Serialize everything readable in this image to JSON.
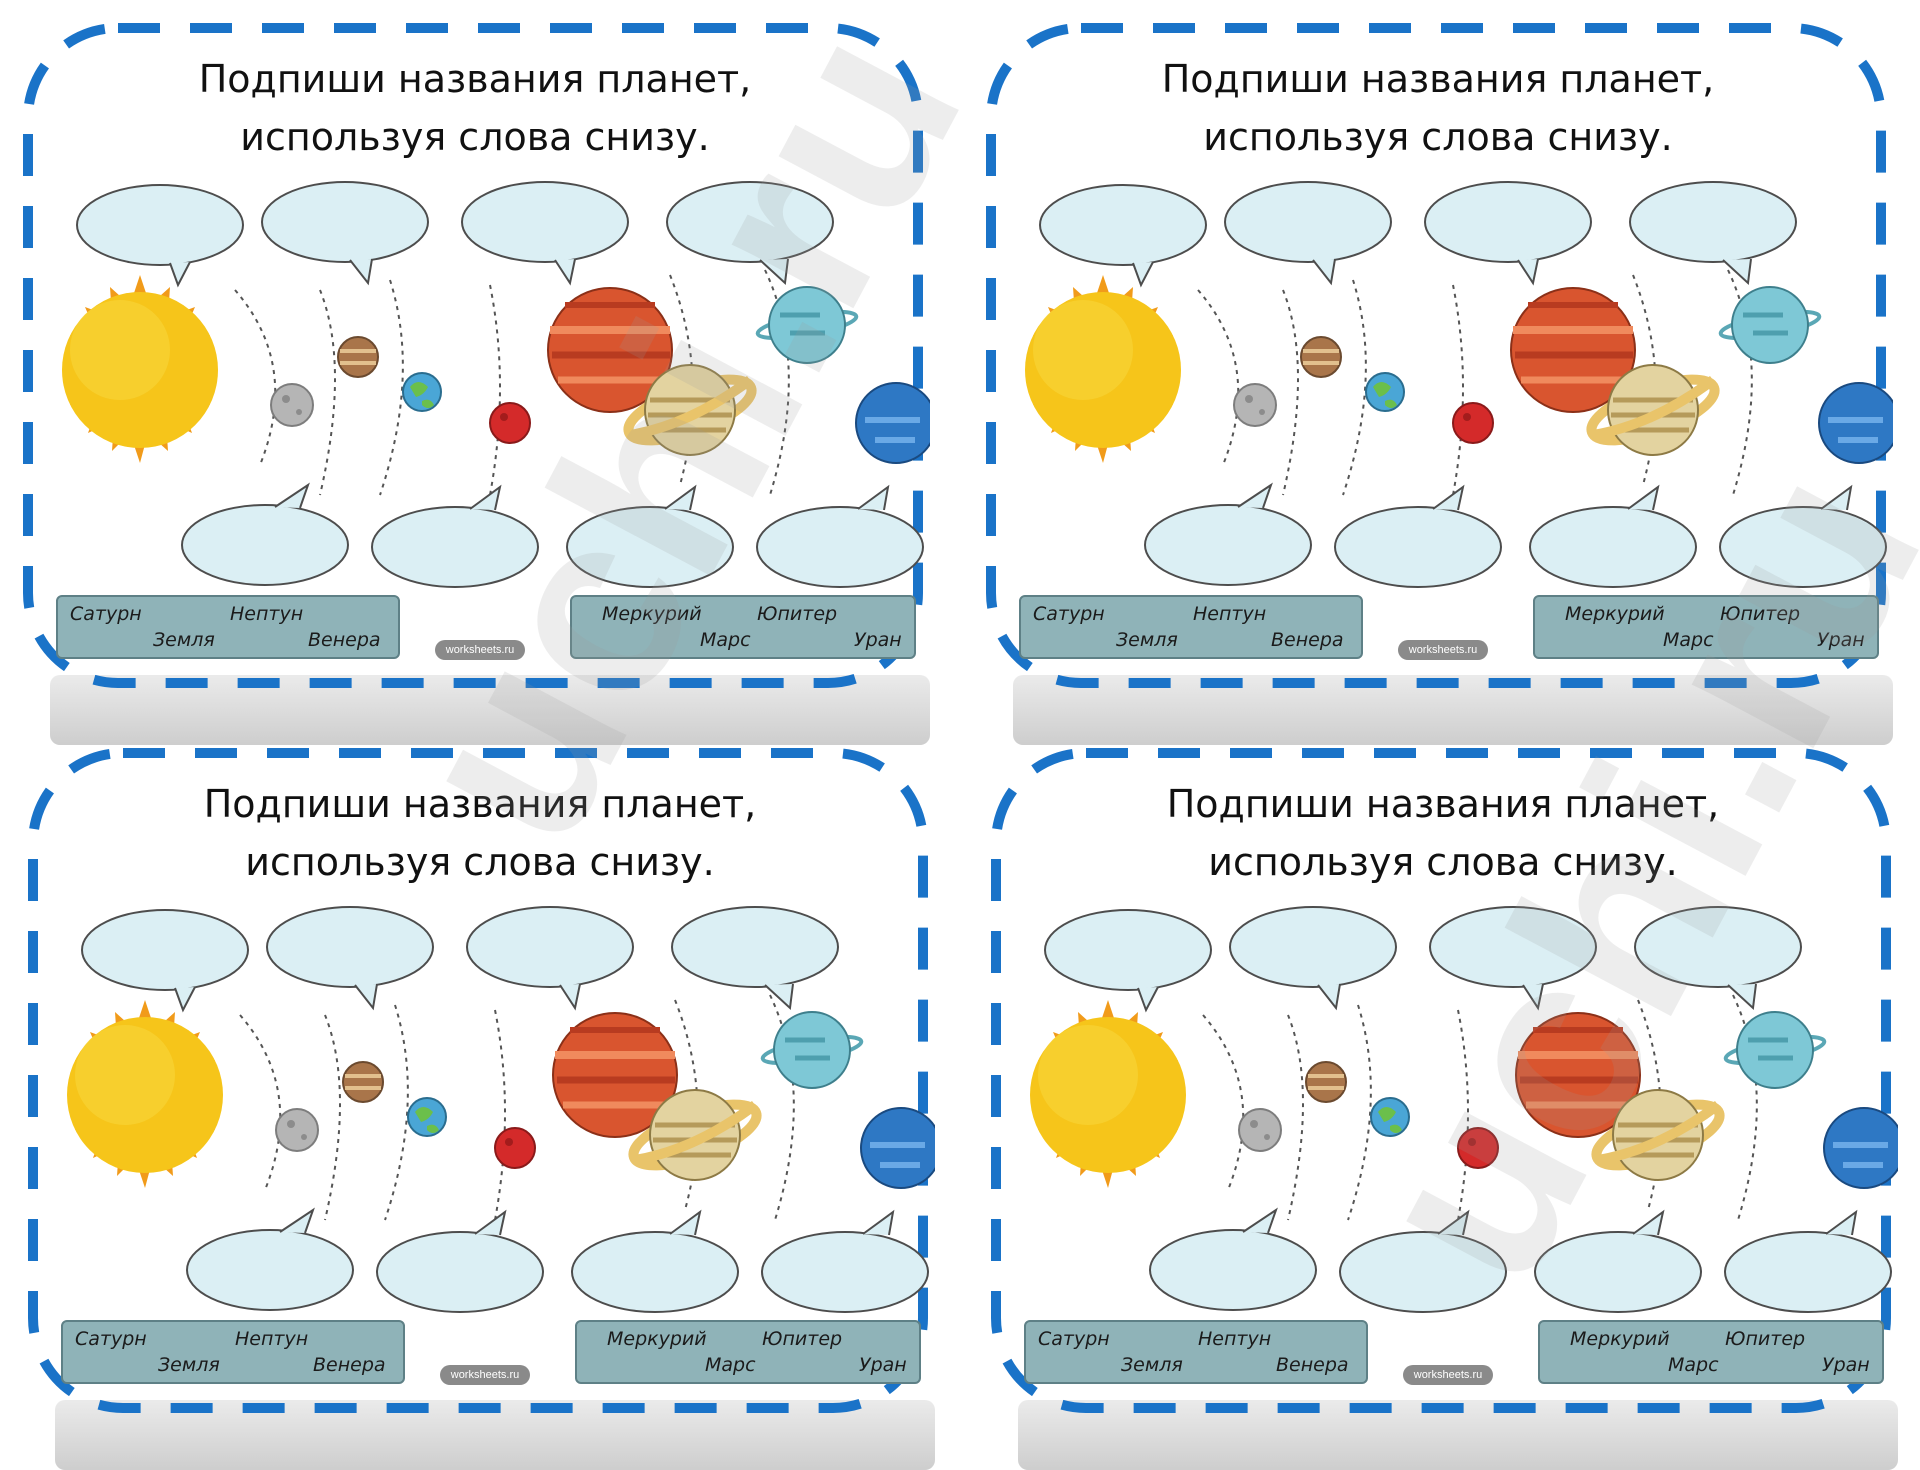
{
  "instruction": {
    "line1": "Подпиши названия планет,",
    "line2": "используя слова снизу."
  },
  "word_bank": {
    "left": [
      "Сатурн",
      "Нептун",
      "Земля",
      "Венера"
    ],
    "right": [
      "Меркурий",
      "Юпитер",
      "Марс",
      "Уран"
    ]
  },
  "credit": "worksheets.ru",
  "watermark": "uchi.ru",
  "colors": {
    "border_dash": "#1a73c8",
    "bubble_fill": "#dbeff4",
    "wordbox_fill": "#8fb3b8",
    "sun": "#f6c51a",
    "sun_rays": "#f19b1a"
  },
  "cards": [
    {
      "id": "card-1"
    },
    {
      "id": "card-2"
    },
    {
      "id": "card-3"
    },
    {
      "id": "card-4"
    }
  ]
}
